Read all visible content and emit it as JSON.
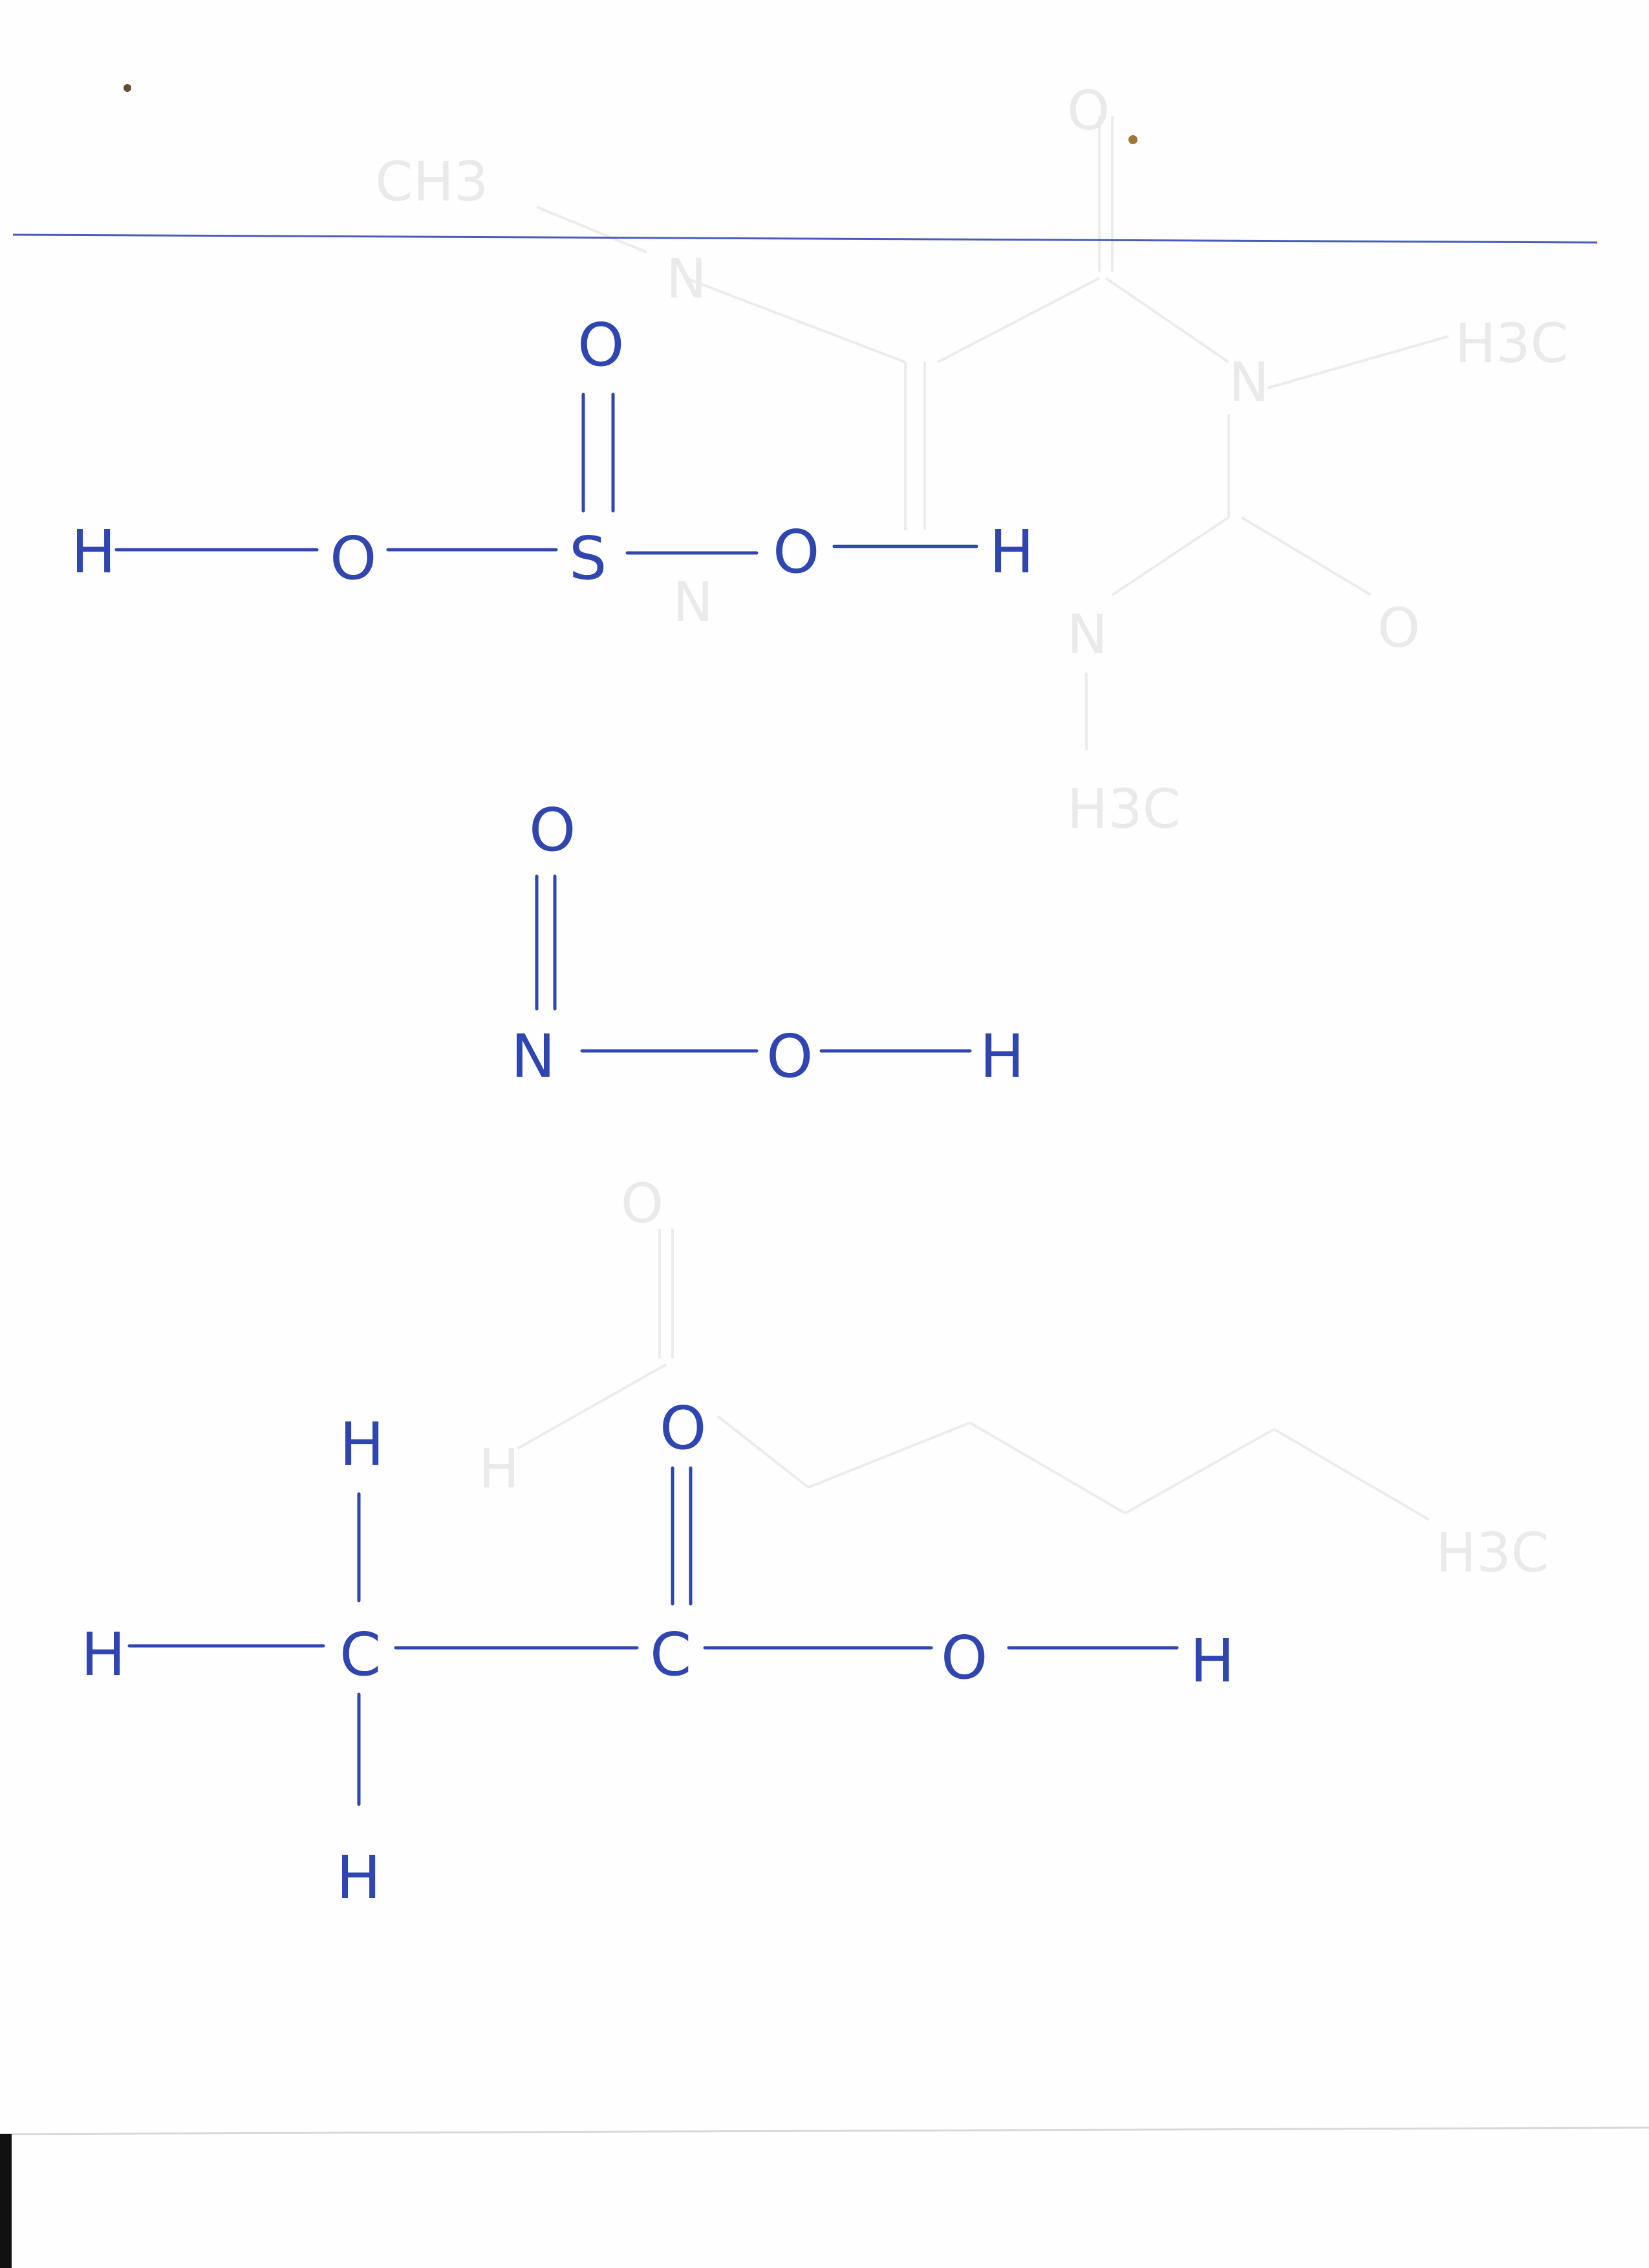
{
  "page": {
    "background": "#fefefe",
    "ink_color": "#2f45b0",
    "rule_color": "#4a5bbd"
  },
  "molecules": [
    {
      "id": "sulfurous-acid",
      "atoms": [
        "H",
        "O",
        "S",
        "O",
        "H",
        "O"
      ]
    },
    {
      "id": "nitrous-acid",
      "atoms": [
        "O",
        "N",
        "O",
        "H"
      ]
    },
    {
      "id": "acetic-acid",
      "atoms": [
        "H",
        "C",
        "H",
        "H",
        "C",
        "O",
        "O",
        "H"
      ]
    }
  ],
  "bleed_through": {
    "labels": [
      "CH3",
      "N",
      "O",
      "N",
      "H3C",
      "N",
      "O",
      "N",
      "H3C",
      "O",
      "H",
      "H3C"
    ]
  }
}
